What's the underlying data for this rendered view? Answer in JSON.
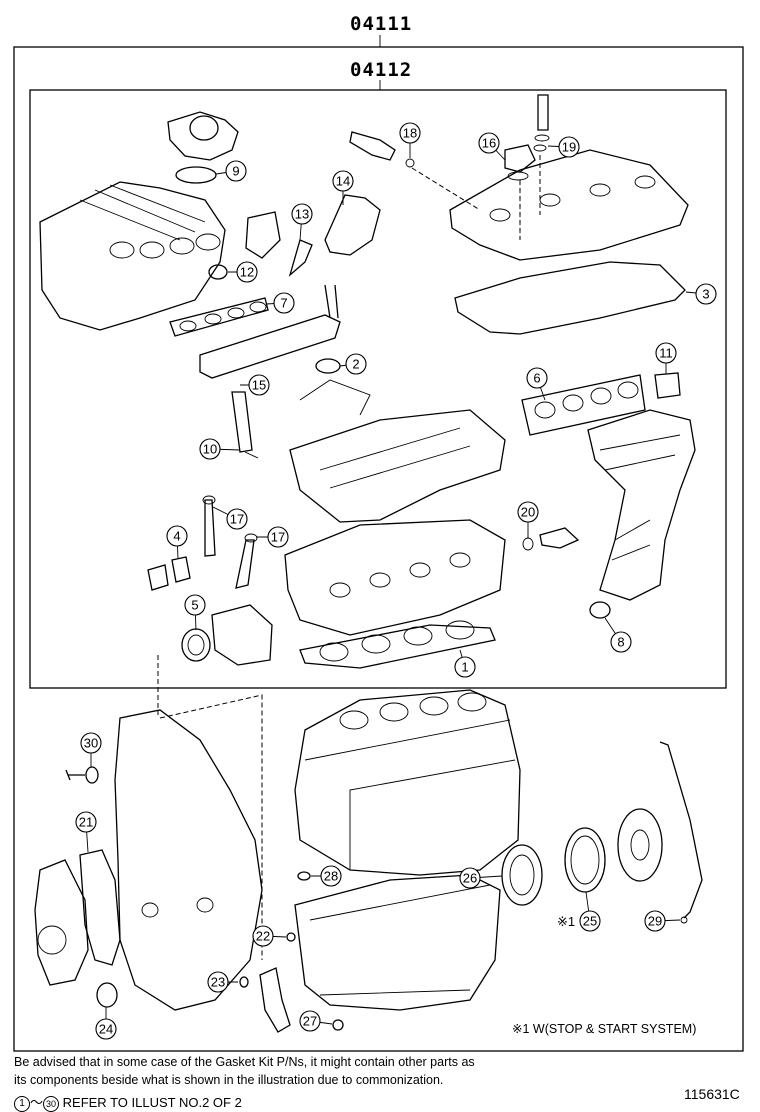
{
  "kit_outer": {
    "part_number": "04111"
  },
  "kit_inner": {
    "part_number": "04112"
  },
  "callouts": [
    {
      "num": "1"
    },
    {
      "num": "2"
    },
    {
      "num": "3"
    },
    {
      "num": "4"
    },
    {
      "num": "5"
    },
    {
      "num": "6"
    },
    {
      "num": "7"
    },
    {
      "num": "8"
    },
    {
      "num": "9"
    },
    {
      "num": "10"
    },
    {
      "num": "11"
    },
    {
      "num": "12"
    },
    {
      "num": "13"
    },
    {
      "num": "14"
    },
    {
      "num": "15"
    },
    {
      "num": "16"
    },
    {
      "num": "17"
    },
    {
      "num": "17"
    },
    {
      "num": "18"
    },
    {
      "num": "19"
    },
    {
      "num": "20"
    },
    {
      "num": "21"
    },
    {
      "num": "22"
    },
    {
      "num": "23"
    },
    {
      "num": "24"
    },
    {
      "num": "25"
    },
    {
      "num": "26"
    },
    {
      "num": "27"
    },
    {
      "num": "28"
    },
    {
      "num": "29"
    },
    {
      "num": "30"
    }
  ],
  "marker_25": "※1",
  "legend": "※1 W(STOP & START SYSTEM)",
  "notes": {
    "line1": "Be advised that in some case of the Gasket Kit P/Ns,  it might contain other parts as",
    "line2": "its components beside what is shown in the illustration due to commonization.",
    "ref_start": "1",
    "ref_tilde": "～",
    "ref_end": "30",
    "ref_text": "REFER TO ILLUST NO.2 OF 2"
  },
  "illustration_code": "115631C"
}
